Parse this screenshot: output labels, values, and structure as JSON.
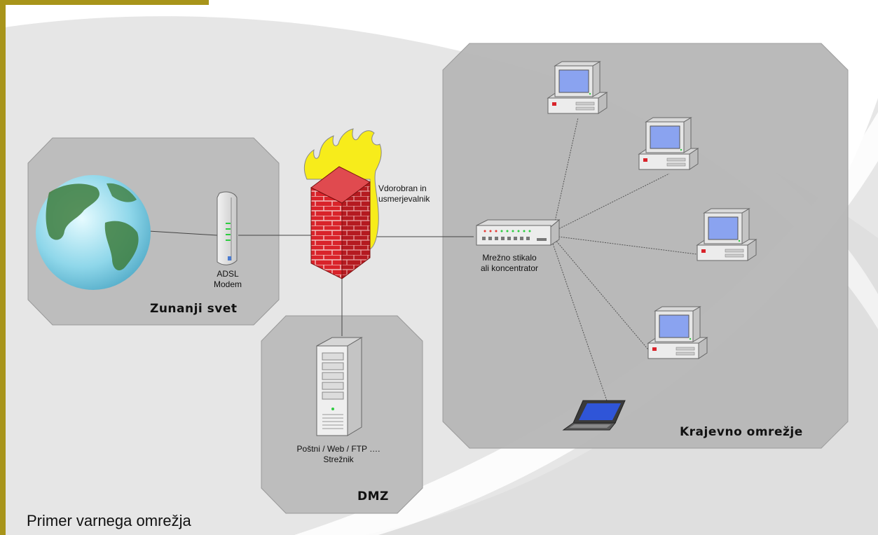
{
  "caption": "Primer varnega omrežja",
  "zones": {
    "outside": "Zunanji svet",
    "dmz": "DMZ",
    "lan": "Krajevno omrežje"
  },
  "devices": {
    "modem": "ADSL\nModem",
    "firewall": "Vdorobran in\nusmerjevalnik",
    "switch": "Mrežno stikalo\nali koncentrator",
    "server": "Poštni / Web / FTP ….\nStrežnik"
  },
  "colors": {
    "accent_bar": "#a8941a",
    "zone_fill": "#bdbdbd",
    "brick": "#d9232a",
    "flame": "#f7ec1b",
    "screen": "#8aa3f0"
  }
}
